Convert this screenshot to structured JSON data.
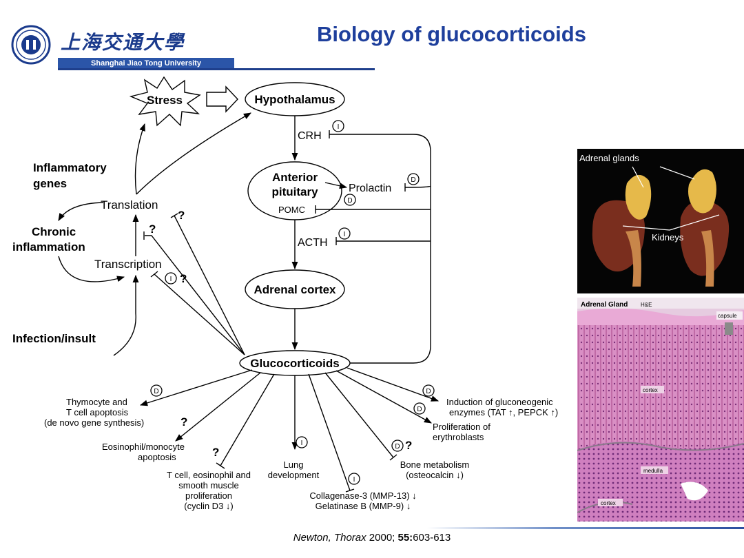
{
  "header": {
    "logo_cn": "上海交通大學",
    "logo_en": "Shanghai Jiao Tong University",
    "title": "Biology of glucocorticoids"
  },
  "diagram": {
    "stress": "Stress",
    "hypothalamus": "Hypothalamus",
    "crh": "CRH",
    "anterior_pituitary_1": "Anterior",
    "anterior_pituitary_2": "pituitary",
    "prolactin": "Prolactin",
    "pomc": "POMC",
    "acth": "ACTH",
    "adrenal_cortex": "Adrenal cortex",
    "glucocorticoids": "Glucocorticoids",
    "inflammatory_genes_1": "Inflammatory",
    "inflammatory_genes_2": "genes",
    "translation": "Translation",
    "chronic_1": "Chronic",
    "chronic_2": "inflammation",
    "transcription": "Transcription",
    "infection": "Infection/insult",
    "marker_i": "I",
    "marker_d": "D",
    "question": "?",
    "thymocyte": [
      "Thymocyte and",
      "T cell apoptosis",
      "(de novo gene synthesis)"
    ],
    "eosinophil": [
      "Eosinophil/monocyte",
      "apoptosis"
    ],
    "tcell_prolif": [
      "T cell, eosinophil and",
      "smooth muscle",
      "proliferation",
      "(cyclin D3 ↓)"
    ],
    "lung": [
      "Lung",
      "development"
    ],
    "collagenase": [
      "Collagenase-3 (MMP-13) ↓",
      "Gelatinase B (MMP-9) ↓"
    ],
    "bone": [
      "Bone metabolism",
      "(osteocalcin ↓)"
    ],
    "erythro": [
      "Proliferation of",
      "erythroblasts"
    ],
    "gluconeo": [
      "Induction of gluconeogenic",
      "enzymes (TAT ↑, PEPCK ↑)"
    ]
  },
  "photos": {
    "kidney_label_adrenal": "Adrenal glands",
    "kidney_label_kidneys": "Kidneys",
    "histo_title": "Adrenal Gland",
    "histo_stain": "H&E",
    "histo_capsule": "capsule",
    "histo_cortex_top": "cortex",
    "histo_medulla": "medulla",
    "histo_cortex_bottom": "cortex"
  },
  "citation": {
    "author": "Newton, ",
    "journal": "Thorax",
    "year": " 2000; ",
    "volume": "55:",
    "pages": "603-613"
  },
  "colors": {
    "title_blue": "#1e3f9c",
    "logo_blue": "#2b55a8"
  }
}
